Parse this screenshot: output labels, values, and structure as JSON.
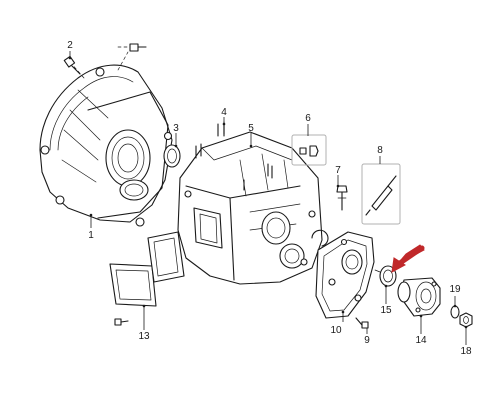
{
  "diagram": {
    "callouts": {
      "c1": "1",
      "c2": "2",
      "c3": "3",
      "c4": "4",
      "c5": "5",
      "c6": "6",
      "c7": "7",
      "c8": "8",
      "c9": "9",
      "c10": "10",
      "c13": "13",
      "c14": "14",
      "c15": "15",
      "c18": "18",
      "c19": "19"
    },
    "highlight_color": "#c0282a",
    "line_color": "#1a1a1a"
  }
}
